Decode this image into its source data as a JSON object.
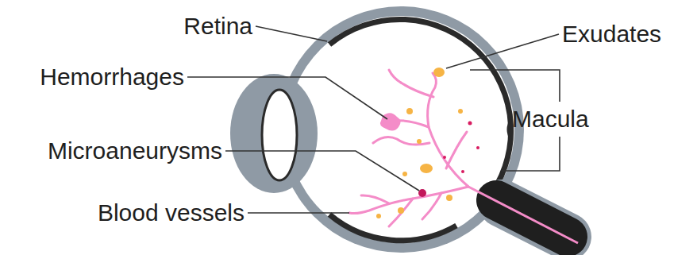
{
  "diagram": {
    "labels": [
      "Retina",
      "Exudates",
      "Hemorrhages",
      "Macula",
      "Microaneurysms",
      "Blood vessels"
    ]
  }
}
